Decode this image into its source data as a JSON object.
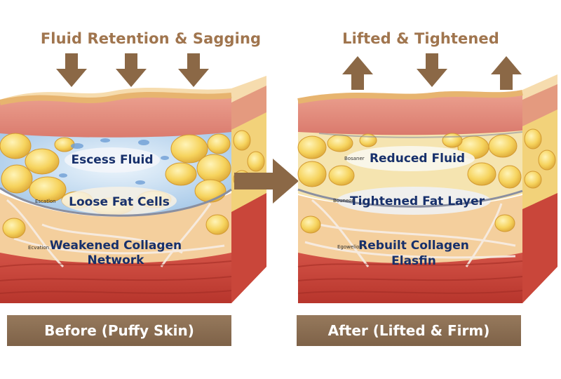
{
  "before": {
    "heading": "Fluid Retention & Sagging",
    "labels": {
      "fluid": "Escess Fluid",
      "fat": "Loose Fat Cells",
      "collagen_line1": "Weakened Collagen",
      "collagen_line2": "Network"
    },
    "tiny_labels": [
      "Escatlon",
      "Ecvation"
    ],
    "footer": "Before (Puffy Skin)"
  },
  "after": {
    "heading": "Lifted & Tightened",
    "labels": {
      "fluid": "Reduced Fluid",
      "fat": "Tightened Fat Layer",
      "collagen_line1": "Rebuilt Collagen",
      "collagen_line2": "Elasfin"
    },
    "tiny_labels": [
      "Bosaner",
      "Bouneon",
      "Egowelion"
    ],
    "footer": "After (Lifted & Firm)"
  },
  "colors": {
    "arrow": "#8b6846",
    "heading_text": "#a0754e",
    "label_text": "#17306b",
    "footer_bg": "#8a6d52",
    "skin_surface": "#f2cf99",
    "dermis": "#e3867a",
    "fat": "#f6d35d",
    "fluid": "#b9d4ec",
    "muscle": "#c93e33"
  },
  "icons": [
    "arrow-down-icon",
    "arrow-up-icon",
    "arrow-right-icon"
  ]
}
